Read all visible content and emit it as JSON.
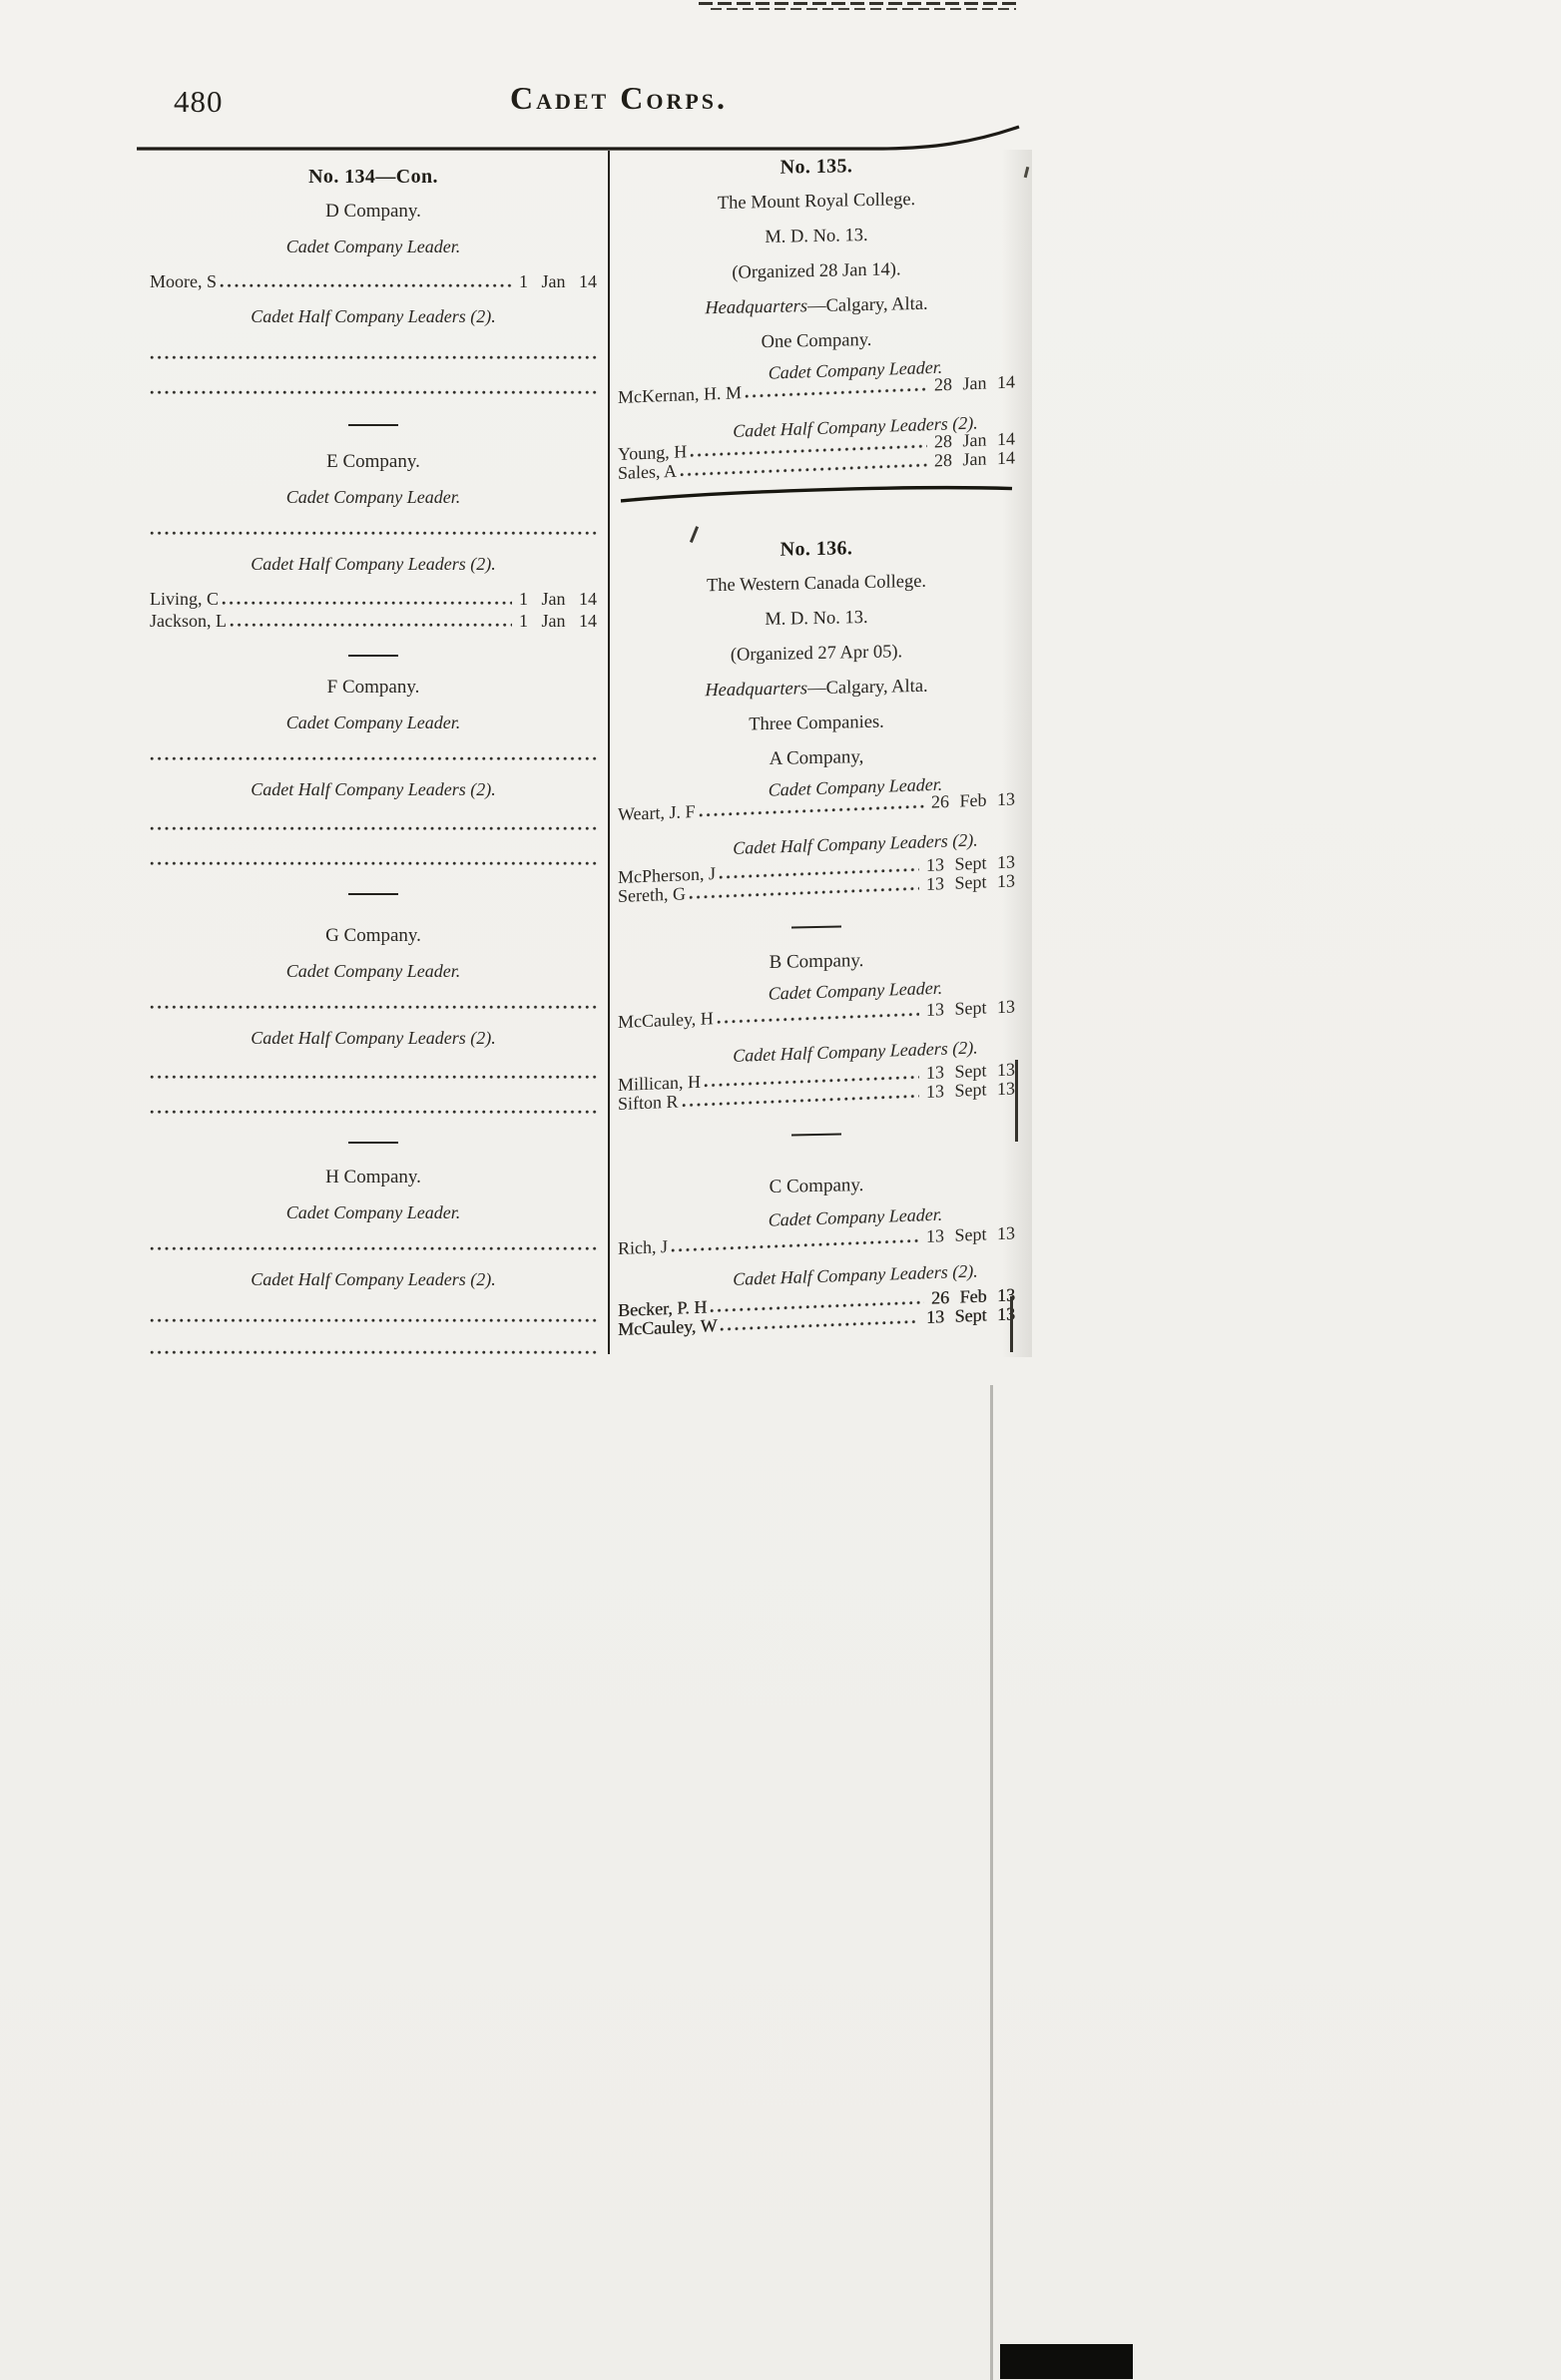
{
  "page": {
    "number": "480",
    "title": "Cadet Corps."
  },
  "labels": {
    "company_leader": "Cadet Company Leader.",
    "half_leaders": "Cadet Half Company Leaders (2)."
  },
  "left": {
    "heading": "No. 134—Con.",
    "d_company": {
      "name": "D Company.",
      "leader": {
        "name": "Moore, S",
        "date": "1 Jan 14"
      }
    },
    "e_company": {
      "name": "E Company.",
      "half_leaders": [
        {
          "name": "Living, C",
          "date": "1 Jan 14"
        },
        {
          "name": "Jackson, L",
          "date": "1 Jan 14"
        }
      ]
    },
    "f_company": {
      "name": "F Company."
    },
    "g_company": {
      "name": "G Company."
    },
    "h_company": {
      "name": "H Company."
    }
  },
  "right": {
    "s135": {
      "heading": "No. 135.",
      "college": "The Mount Royal College.",
      "district": "M. D. No. 13.",
      "organized": "(Organized 28 Jan 14).",
      "hq_label": "Headquarters",
      "hq_value": "—Calgary, Alta.",
      "companies_count": "One Company.",
      "leader": {
        "name": "McKernan, H. M",
        "date": "28 Jan 14"
      },
      "half_leaders": [
        {
          "name": "Young, H",
          "date": "28 Jan 14"
        },
        {
          "name": "Sales, A",
          "date": "28 Jan 14"
        }
      ]
    },
    "s136": {
      "heading": "No. 136.",
      "college": "The Western Canada College.",
      "district": "M. D. No. 13.",
      "organized": "(Organized 27 Apr 05).",
      "hq_label": "Headquarters",
      "hq_value": "—Calgary, Alta.",
      "companies_count": "Three Companies.",
      "a_company": {
        "name": "A Company,",
        "leader": {
          "name": "Weart, J. F",
          "date": "26 Feb 13"
        },
        "half_leaders": [
          {
            "name": "McPherson, J",
            "date": "13 Sept 13"
          },
          {
            "name": "Sereth, G",
            "date": "13 Sept 13"
          }
        ]
      },
      "b_company": {
        "name": "B Company.",
        "leader": {
          "name": "McCauley, H",
          "date": "13 Sept 13"
        },
        "half_leaders": [
          {
            "name": "Millican, H",
            "date": "13 Sept 13"
          },
          {
            "name": "Sifton R",
            "date": "13 Sept 13"
          }
        ]
      },
      "c_company": {
        "name": "C Company.",
        "leader": {
          "name": "Rich, J",
          "date": "13 Sept 13"
        },
        "half_leaders": [
          {
            "name": "Becker, P. H",
            "date": "26 Feb 13"
          },
          {
            "name": "McCauley, W",
            "date": "13 Sept 13"
          }
        ]
      }
    }
  }
}
